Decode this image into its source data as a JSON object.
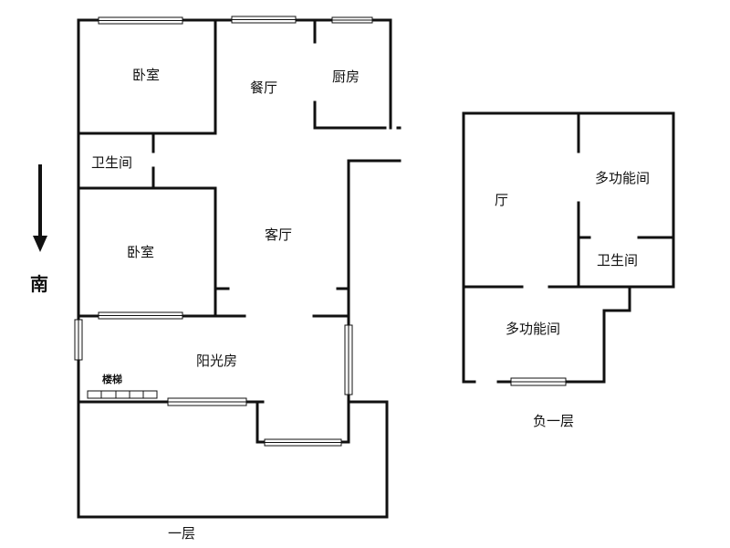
{
  "compass": {
    "direction_label": "南"
  },
  "ground_floor": {
    "caption": "一层",
    "rooms": {
      "bedroom_top": "卧室",
      "dining": "餐厅",
      "kitchen": "厨房",
      "bathroom": "卫生间",
      "living": "客厅",
      "bedroom_bottom": "卧室",
      "sunroom": "阳光房",
      "stairs": "楼梯"
    }
  },
  "basement": {
    "caption": "负一层",
    "rooms": {
      "hall": "厅",
      "multi_top": "多功能间",
      "bathroom": "卫生间",
      "multi_bottom": "多功能间"
    }
  }
}
